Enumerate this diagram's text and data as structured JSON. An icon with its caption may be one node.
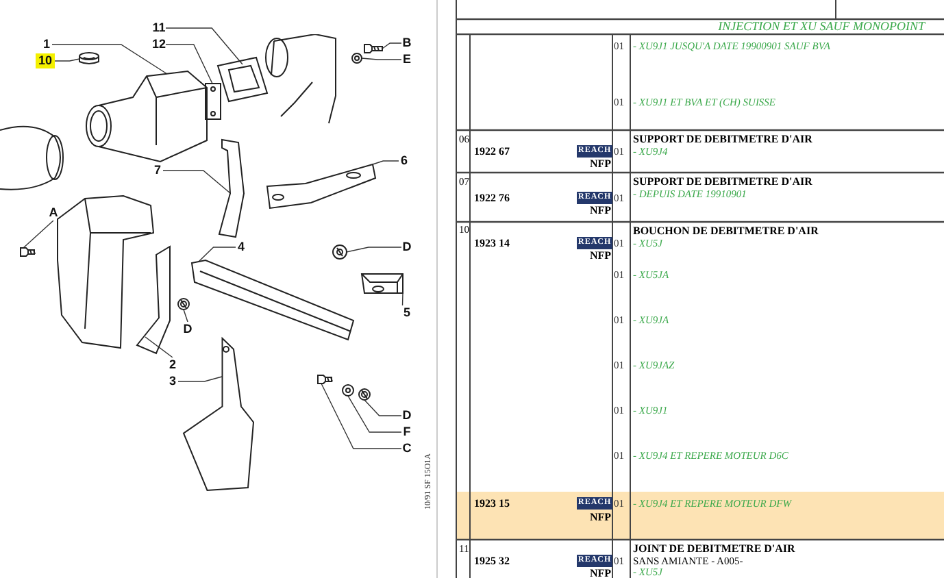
{
  "diagram": {
    "nodes": [
      {
        "text": [
          "1"
        ]
      },
      {
        "text": [],
        "shape": "picture"
      },
      {
        "text": [
          "10"
        ]
      },
      {
        "text": [],
        "shape": "cylinder"
      },
      {
        "text": [
          "11"
        ]
      },
      {
        "text": [],
        "shape": "picture"
      },
      {
        "text": [
          "12"
        ]
      },
      {
        "text": [],
        "shape": "picture"
      },
      {
        "text": [
          "B"
        ]
      },
      {
        "text": [],
        "shape": "bolt"
      },
      {
        "text": [
          "E"
        ]
      },
      {
        "text": [],
        "shape": "circle"
      },
      {
        "text": [
          "7"
        ]
      },
      {
        "text": [],
        "shape": "picture"
      },
      {
        "text": [
          "6"
        ]
      },
      {
        "text": [],
        "shape": "picture"
      },
      {
        "text": [
          "A"
        ]
      },
      {
        "text": [],
        "shape": "bolt"
      },
      {
        "text": [
          "4"
        ]
      },
      {
        "text": [],
        "shape": "picture"
      },
      {
        "text": [
          "D"
        ]
      },
      {
        "text": [],
        "shape": "circle"
      },
      {
        "text": [
          "5"
        ]
      },
      {
        "text": [],
        "shape": "bracket"
      },
      {
        "text": [
          "D"
        ]
      },
      {
        "text": [],
        "shape": "circle"
      },
      {
        "text": [
          "2"
        ]
      },
      {
        "text": [],
        "shape": "picture"
      },
      {
        "text": [
          "3"
        ]
      },
      {
        "text": [],
        "shape": "picture"
      },
      {
        "text": [
          "D"
        ]
      },
      {
        "text": [],
        "shape": "circle"
      },
      {
        "text": [
          "F"
        ]
      },
      {
        "text": [],
        "shape": "circle"
      },
      {
        "text": [
          "C"
        ]
      },
      {
        "text": [],
        "shape": "bolt"
      }
    ],
    "edges": [
      {
        "from": 0,
        "to": 1,
        "arrow": "none"
      },
      {
        "from": 2,
        "to": 3,
        "arrow": "none"
      },
      {
        "from": 4,
        "to": 5,
        "arrow": "none"
      },
      {
        "from": 6,
        "to": 7,
        "arrow": "none"
      },
      {
        "from": 8,
        "to": 9,
        "arrow": "none"
      },
      {
        "from": 10,
        "to": 11,
        "arrow": "none"
      },
      {
        "from": 12,
        "to": 13,
        "arrow": "none"
      },
      {
        "from": 14,
        "to": 15,
        "arrow": "none"
      },
      {
        "from": 16,
        "to": 17,
        "arrow": "none"
      },
      {
        "from": 18,
        "to": 19,
        "arrow": "none"
      },
      {
        "from": 20,
        "to": 21,
        "arrow": "none"
      },
      {
        "from": 22,
        "to": 23,
        "arrow": "none"
      },
      {
        "from": 24,
        "to": 25,
        "arrow": "none"
      },
      {
        "from": 26,
        "to": 27,
        "arrow": "none"
      },
      {
        "from": 28,
        "to": 29,
        "arrow": "none"
      },
      {
        "from": 30,
        "to": 31,
        "arrow": "none"
      },
      {
        "from": 32,
        "to": 33,
        "arrow": "none"
      },
      {
        "from": 34,
        "to": 35,
        "arrow": "none"
      }
    ],
    "labels": [
      "INJECTION ET XU SAUF MONOPOINT",
      "01",
      "- XU9J1 JUSQU'A DATE 19900901 SAUF BVA",
      "01",
      "- XU9J1 ET BVA ET (CH) SUISSE",
      "06",
      "1922 67",
      "REACH",
      "NFP",
      "01",
      "SUPPORT DE DEBITMETRE D'AIR",
      "- XU9J4",
      "07",
      "1922 76",
      "REACH",
      "NFP",
      "01",
      "SUPPORT DE DEBITMETRE D'AIR",
      "- DEPUIS DATE 19910901",
      "10",
      "1923 14",
      "REACH",
      "NFP",
      "01",
      "BOUCHON DE DEBITMETRE D'AIR",
      "- XU5J",
      "01",
      "- XU5JA",
      "01",
      "- XU9JA",
      "01",
      "- XU9JAZ",
      "01",
      "- XU9J1",
      "01",
      "- XU9J4 ET REPERE MOTEUR D6C",
      "1923 15",
      "REACH",
      "NFP",
      "01",
      "- XU9J4 ET REPERE MOTEUR DFW",
      "11",
      "1925 32",
      "REACH",
      "NFP",
      "01",
      "JOINT DE DEBITMETRE D'AIR",
      "SANS AMIANTE - A005-",
      "- XU5J",
      "10/91 SF 15O1A"
    ]
  }
}
